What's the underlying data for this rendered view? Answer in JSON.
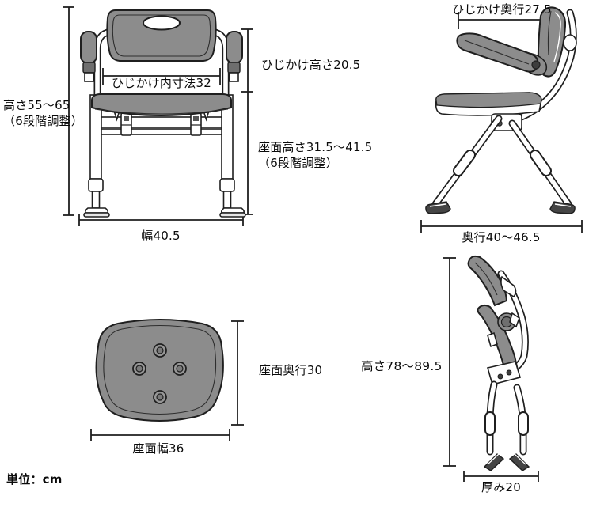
{
  "unit_note": "単位：cm",
  "colors": {
    "pad_gray": "#8c8c8c",
    "line": "#1f1f1f",
    "background": "#ffffff"
  },
  "views": {
    "front": {
      "height": "高さ55〜65",
      "height_note": "（6段階調整）",
      "armrest_inner_width": "ひじかけ内寸法32",
      "armrest_height": "ひじかけ高さ20.5",
      "seat_height": "座面高さ31.5〜41.5",
      "seat_height_note": "（6段階調整）",
      "width": "幅40.5"
    },
    "side": {
      "armrest_depth": "ひじかけ奥行27.5",
      "depth": "奥行40〜46.5"
    },
    "seat_top": {
      "seat_depth": "座面奥行30",
      "seat_width": "座面幅36"
    },
    "folded": {
      "height": "高さ78〜89.5",
      "thickness": "厚み20"
    }
  }
}
